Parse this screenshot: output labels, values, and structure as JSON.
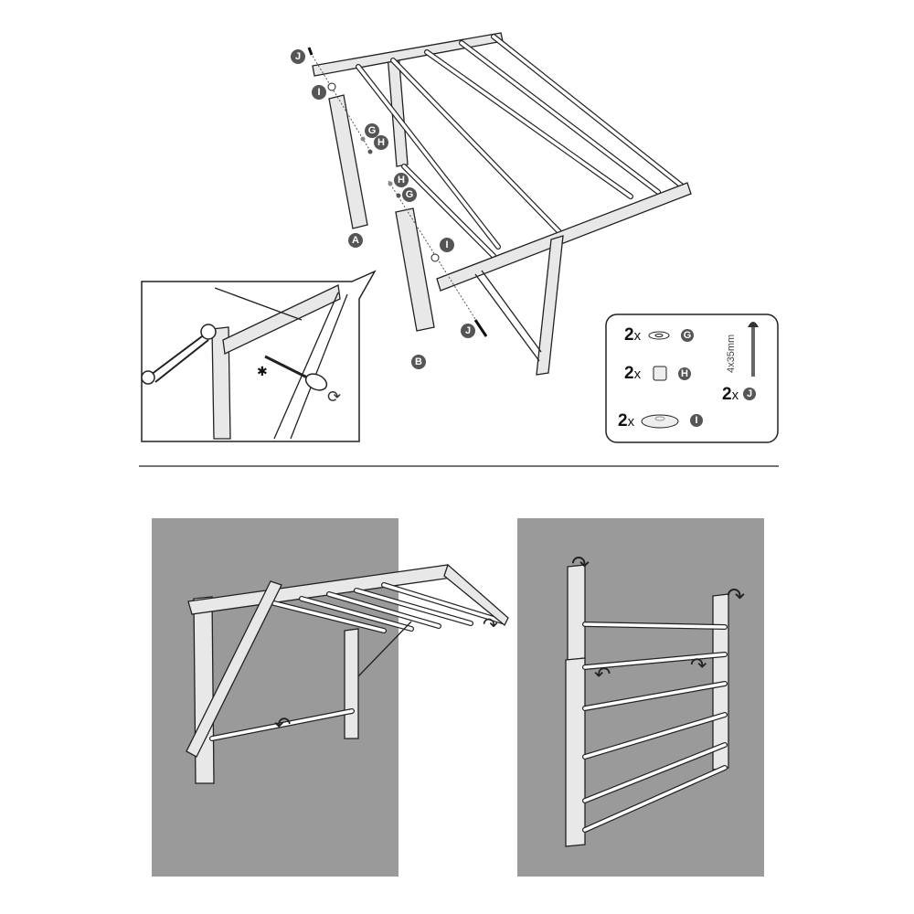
{
  "step1": {
    "labels": {
      "j_top": "J",
      "i_top": "I",
      "g_a": "G",
      "h_a": "H",
      "h_b": "H",
      "g_b": "G",
      "a": "A",
      "i_b": "I",
      "j_b": "J",
      "b": "B"
    }
  },
  "parts": [
    {
      "qty": "2",
      "x": "x",
      "letter": "G",
      "name": "washer"
    },
    {
      "qty": "2",
      "x": "x",
      "letter": "H",
      "name": "nut"
    },
    {
      "qty": "2",
      "x": "x",
      "letter": "I",
      "name": "large-washer"
    },
    {
      "qty": "2",
      "x": "x",
      "letter": "J",
      "name": "screw",
      "size": "4x35mm"
    }
  ],
  "colors": {
    "wall": "#9a9a9a",
    "label": "#555555",
    "wood": "#e8e8e8"
  }
}
